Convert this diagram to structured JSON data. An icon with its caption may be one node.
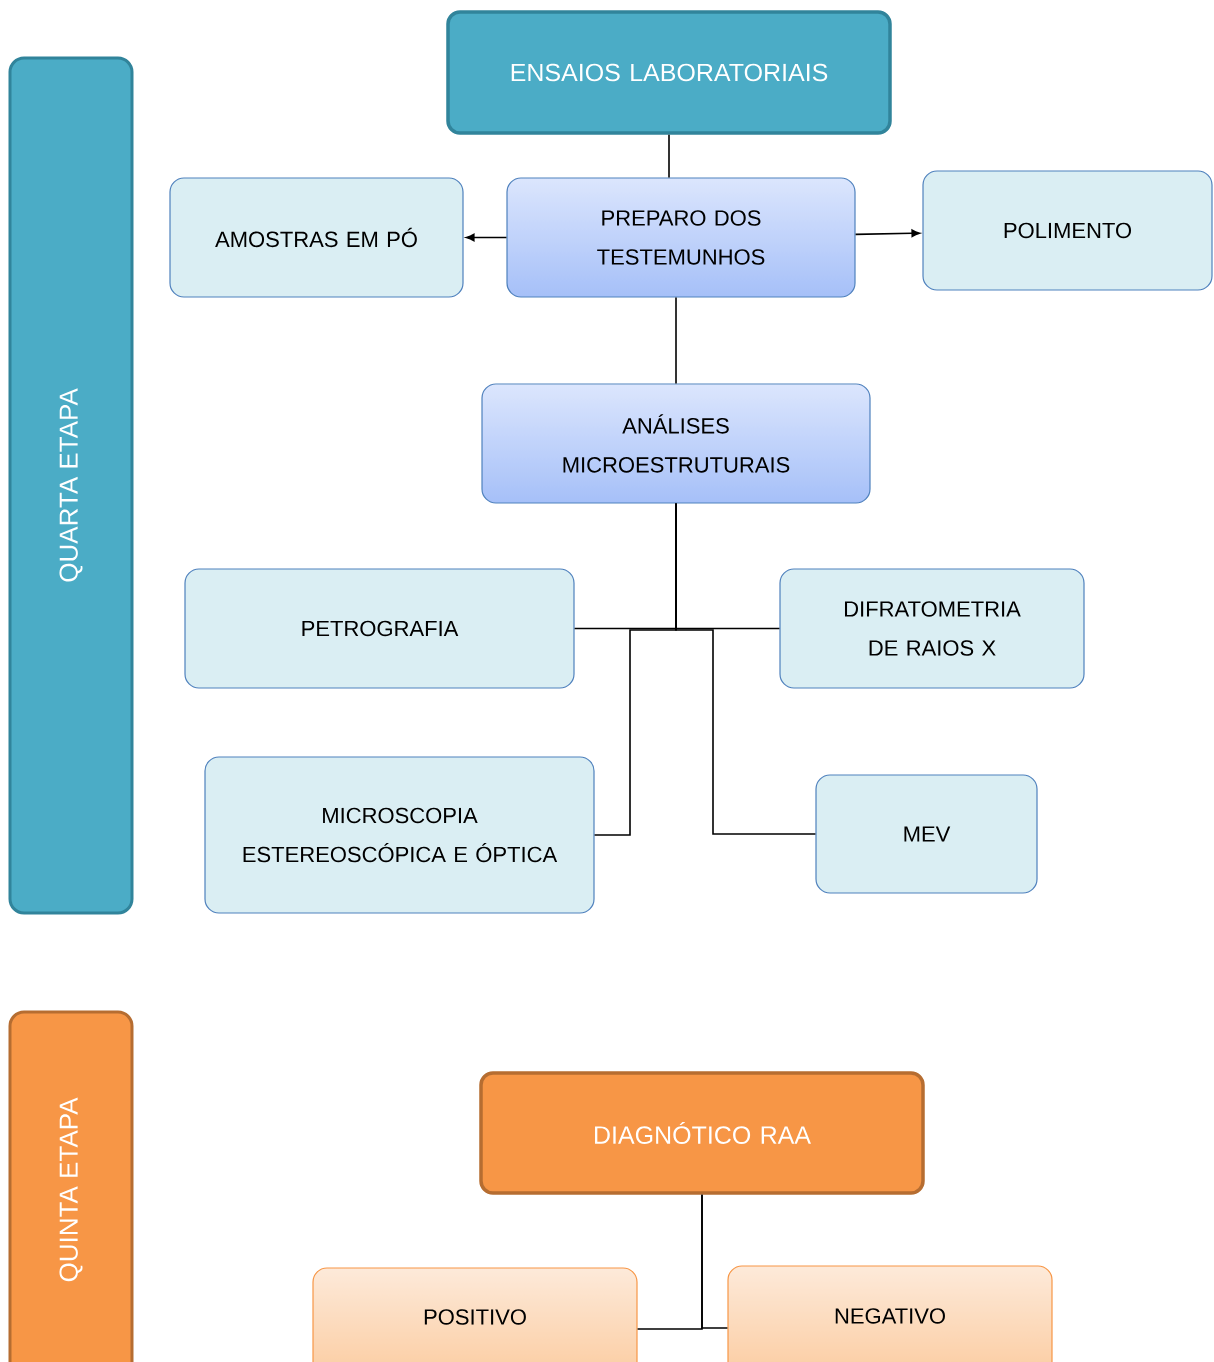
{
  "diagram": {
    "nodes": [
      {
        "text": [
          "QUARTA ETAPA"
        ]
      },
      {
        "text": [
          "ENSAIOS LABORATORIAIS"
        ]
      },
      {
        "text": [
          "AMOSTRAS EM PÓ"
        ]
      },
      {
        "text": [
          "PREPARO DOS TESTEMUNHOS"
        ]
      },
      {
        "text": [
          "POLIMENTO"
        ]
      },
      {
        "text": [
          "ANÁLISES MICROESTRUTURAIS"
        ]
      },
      {
        "text": [
          "PETROGRAFIA"
        ]
      },
      {
        "text": [
          "DIFRATOMETRIA DE RAIOS X"
        ]
      },
      {
        "text": [
          "MICROSCOPIA ESTEREOSCÓPICA E ÓPTICA"
        ]
      },
      {
        "text": [
          "MEV"
        ]
      },
      {
        "text": [
          "QUINTA ETAPA"
        ]
      },
      {
        "text": [
          "DIAGNÓTICO RAA"
        ]
      },
      {
        "text": [
          "POSITIVO"
        ]
      },
      {
        "text": [
          "NEGATIVO"
        ]
      }
    ],
    "edges": [
      {
        "from": 1,
        "to": 3,
        "arrow": "none"
      },
      {
        "from": 3,
        "to": 2,
        "arrow": "to"
      },
      {
        "from": 3,
        "to": 4,
        "arrow": "to"
      },
      {
        "from": 3,
        "to": 5,
        "arrow": "none"
      },
      {
        "from": 5,
        "to": 6,
        "arrow": "none"
      },
      {
        "from": 5,
        "to": 7,
        "arrow": "none"
      },
      {
        "from": 5,
        "to": 8,
        "arrow": "none"
      },
      {
        "from": 5,
        "to": 9,
        "arrow": "none"
      },
      {
        "from": 11,
        "to": 12,
        "arrow": "none"
      },
      {
        "from": 11,
        "to": 13,
        "arrow": "none"
      }
    ]
  }
}
